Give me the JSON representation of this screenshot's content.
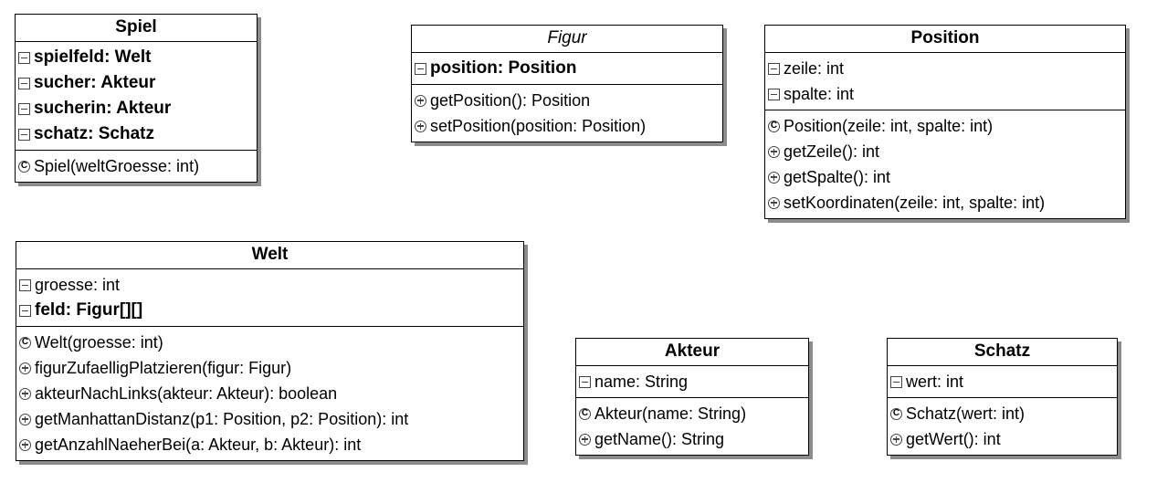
{
  "classes": {
    "spiel": {
      "title": "Spiel",
      "fields": [
        "spielfeld: Welt",
        "sucher: Akteur",
        "sucherin: Akteur",
        "schatz: Schatz"
      ],
      "methods": [
        "Spiel(weltGroesse: int)"
      ]
    },
    "figur": {
      "title": "Figur",
      "fields": [
        "position: Position"
      ],
      "methods": [
        "getPosition(): Position",
        "setPosition(position: Position)"
      ]
    },
    "position": {
      "title": "Position",
      "fields": [
        "zeile: int",
        "spalte: int"
      ],
      "methods": [
        "Position(zeile: int, spalte: int)",
        "getZeile(): int",
        "getSpalte(): int",
        "setKoordinaten(zeile: int, spalte: int)"
      ]
    },
    "welt": {
      "title": "Welt",
      "fields": [
        "groesse: int",
        "feld: Figur[][]"
      ],
      "methods": [
        "Welt(groesse: int)",
        "figurZufaelligPlatzieren(figur: Figur)",
        "akteurNachLinks(akteur: Akteur): boolean",
        "getManhattanDistanz(p1: Position, p2: Position): int",
        "getAnzahlNaeherBei(a: Akteur, b: Akteur): int"
      ]
    },
    "akteur": {
      "title": "Akteur",
      "fields": [
        "name: String"
      ],
      "methods": [
        "Akteur(name: String)",
        "getName(): String"
      ]
    },
    "schatz": {
      "title": "Schatz",
      "fields": [
        "wert: int"
      ],
      "methods": [
        "Schatz(wert: int)",
        "getWert(): int"
      ]
    }
  },
  "icons": {
    "field": "field-icon",
    "method": "method-icon",
    "constructor": "constructor-icon",
    "constructor_glyph": "C"
  }
}
